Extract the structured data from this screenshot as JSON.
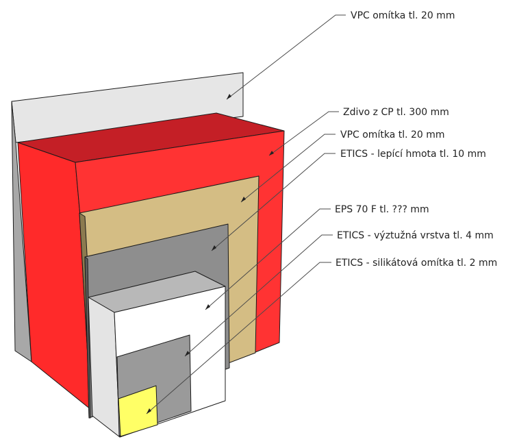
{
  "layers": [
    {
      "id": "vpc-outer",
      "label": "VPC omítka tl. 20 mm",
      "color": "#e6e6e6"
    },
    {
      "id": "zdivo",
      "label": "Zdivo z CP tl. 300 mm",
      "color": "#ff2a2a"
    },
    {
      "id": "vpc-inner",
      "label": "VPC omítka tl. 20 mm",
      "color": "#d4bd84"
    },
    {
      "id": "lepici",
      "label": "ETICS - lepící hmota tl. 10 mm",
      "color": "#8e8e8e"
    },
    {
      "id": "eps",
      "label": "EPS 70 F tl. ??? mm",
      "color": "#ffffff"
    },
    {
      "id": "vyztuzna",
      "label": "ETICS - výztužná vrstva tl. 4 mm",
      "color": "#9a9a9a"
    },
    {
      "id": "silikatova",
      "label": "ETICS - silikátová omítka tl. 2 mm",
      "color": "#ffff66"
    }
  ]
}
